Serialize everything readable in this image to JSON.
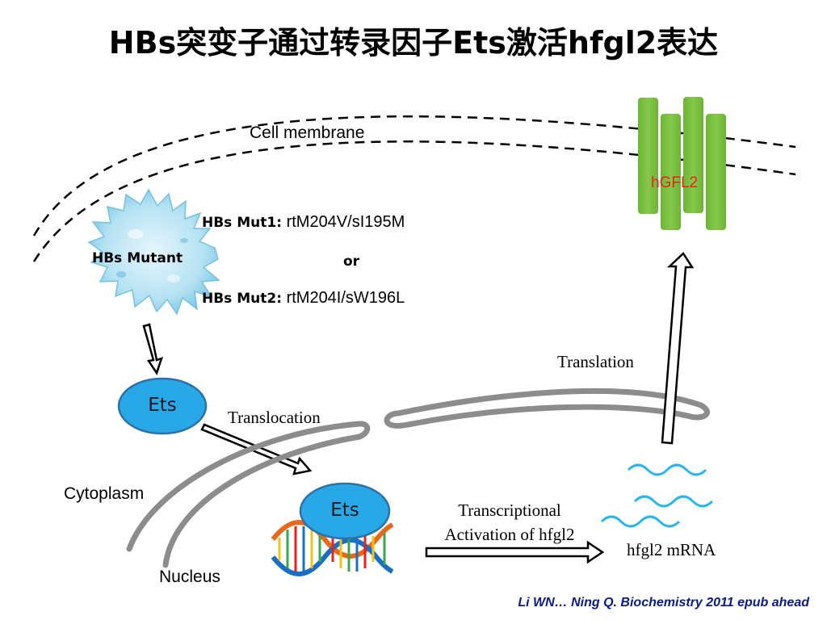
{
  "slide": {
    "title": "HBs突变子通过转录因子Ets激活hfgl2表达",
    "citation": "Li WN… Ning Q. Biochemistry 2011 epub ahead"
  },
  "labels": {
    "cell_membrane": "Cell membrane",
    "hgfl2": "hGFL2",
    "hbs_mutant": "HBs Mutant",
    "mut1_key": "HBs Mut1:",
    "mut1_value": "rtM204V/sI195M",
    "or": "or",
    "mut2_key": "HBs Mut2:",
    "mut2_value": "rtM204I/sW196L",
    "ets_cytoplasm": "Ets",
    "ets_nucleus": "Ets",
    "translocation": "Translocation",
    "translation": "Translation",
    "cytoplasm": "Cytoplasm",
    "nucleus": "Nucleus",
    "transcriptional_line1": "Transcriptional",
    "transcriptional_line2": "Activation of  hfgl2",
    "mrna": "hfgl2 mRNA"
  },
  "colors": {
    "ets_fill": "#29a8e8",
    "receptor_green": "#7dc241",
    "hgfl2_text": "#e8231c",
    "mrna_wave": "#29b6f0",
    "citation_text": "#0a1a8c",
    "mutant_fill": "#a9dcef"
  }
}
